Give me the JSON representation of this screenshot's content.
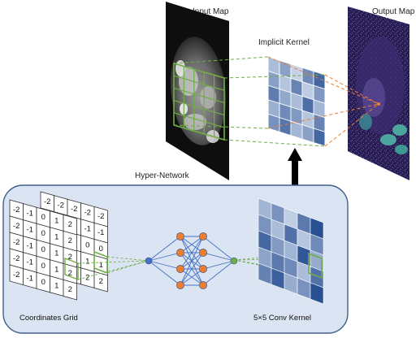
{
  "labels": {
    "input_map": "Input Map",
    "implicit_kernel": "Implicit Kernel",
    "output_map": "Output Map",
    "hyper_network": "Hyper-Network",
    "coordinates_grid": "Coordinates Grid",
    "conv_kernel": "5×5 Conv Kernel"
  },
  "grid_front": [
    [
      -2,
      -1,
      0,
      1,
      2
    ],
    [
      -2,
      -1,
      0,
      1,
      2
    ],
    [
      -2,
      -1,
      0,
      1,
      2
    ],
    [
      -2,
      -1,
      0,
      1,
      2
    ],
    [
      -2,
      -1,
      0,
      1,
      2
    ]
  ],
  "grid_back": [
    [
      -2,
      -2,
      -2,
      -2,
      -2
    ],
    [
      -1,
      -1,
      -1,
      -1,
      -1
    ],
    [
      0,
      0,
      0,
      0,
      0
    ],
    [
      1,
      1,
      1,
      1,
      1
    ],
    [
      2,
      2,
      2,
      2,
      2
    ]
  ],
  "kernel_shades": [
    [
      0.35,
      0.55,
      0.2,
      0.7,
      0.95
    ],
    [
      0.55,
      0.3,
      0.75,
      0.25,
      0.6
    ],
    [
      0.8,
      0.5,
      0.35,
      0.9,
      0.4
    ],
    [
      0.45,
      0.7,
      0.6,
      0.3,
      0.75
    ],
    [
      0.65,
      0.85,
      0.4,
      0.55,
      0.95
    ]
  ],
  "network_layers": [
    1,
    4,
    4,
    1
  ],
  "colors": {
    "panel_fill": "#dbe4f2",
    "panel_stroke": "#3f5f8f",
    "highlight_green": "#70ad47",
    "dashed_green": "#70ad47",
    "dashed_orange": "#ed7d31",
    "node_orange": "#ed7d31",
    "node_blue": "#4472c4",
    "node_green": "#70ad47",
    "edge_blue": "#4472c4",
    "arrow": "#000000"
  }
}
